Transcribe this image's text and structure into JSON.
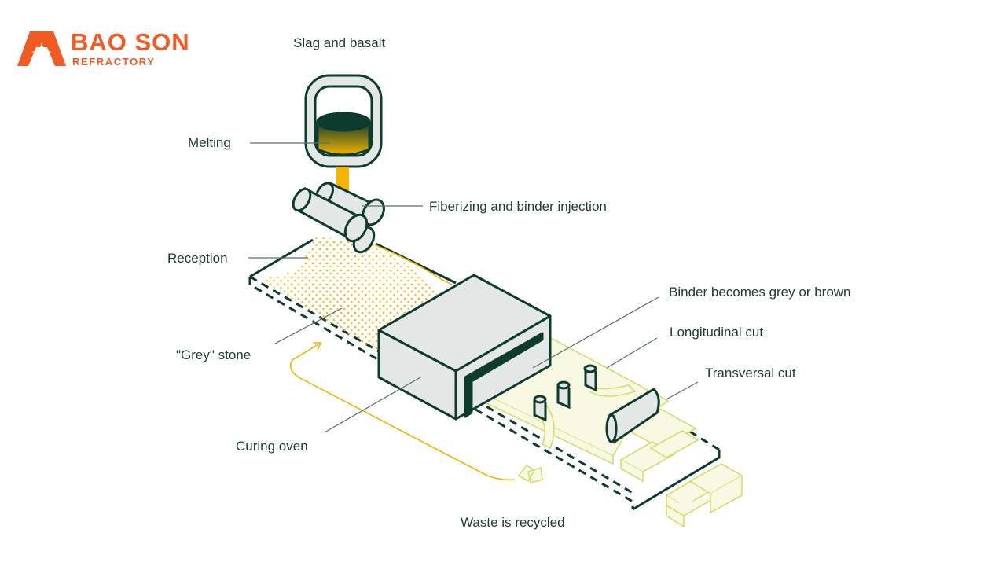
{
  "logo": {
    "name": "BAO SON",
    "subtitle": "REFRACTORY"
  },
  "labels": {
    "slag": "Slag and basalt",
    "melting": "Melting",
    "fiberizing": "Fiberizing and binder injection",
    "reception": "Reception",
    "binder": "Binder becomes grey or brown",
    "longitudinal": "Longitudinal cut",
    "transversal": "Transversal cut",
    "grey_stone": "\"Grey\" stone",
    "curing": "Curing oven",
    "waste": "Waste is recycled"
  },
  "colors": {
    "brand": "#f15a22",
    "dark": "#0d3b2e",
    "molten": "#f5b400",
    "product": "#f8f9e2",
    "product_stroke": "#d3df6c",
    "machine": "#e3e7e5"
  }
}
